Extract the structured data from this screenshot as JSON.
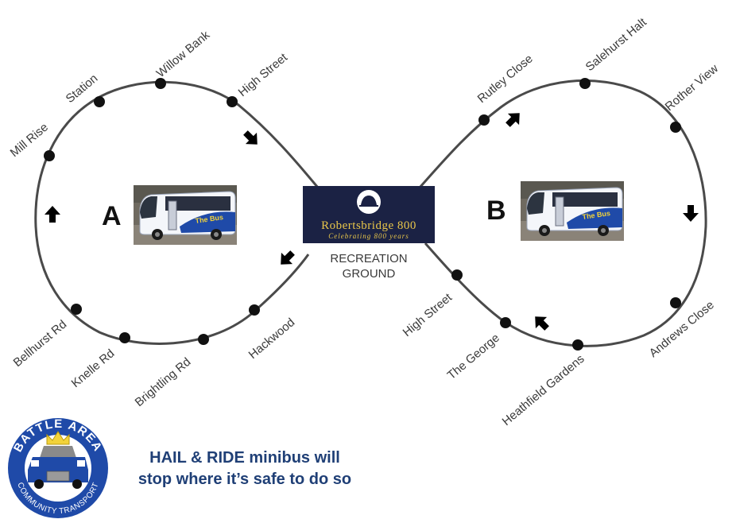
{
  "loop_a": {
    "letter": "A",
    "stops": [
      "Mill Rise",
      "Station",
      "Willow Bank",
      "High Street",
      "Hackwood",
      "Brightling Rd",
      "Knelle Rd",
      "Bellhurst Rd"
    ]
  },
  "loop_b": {
    "letter": "B",
    "stops": [
      "Rutley Close",
      "Salehurst Halt",
      "Rother View",
      "Andrews Close",
      "Heathfield Gardens",
      "The George",
      "High Street"
    ]
  },
  "center": {
    "title": "Robertsbridge 800",
    "subtitle": "Celebrating 800 years",
    "location_line1": "RECREATION",
    "location_line2": "GROUND"
  },
  "bus_livery_text": "The Bus",
  "logo": {
    "top_text": "BATTLE AREA",
    "bottom_text": "COMMUNITY TRANSPORT"
  },
  "notice": {
    "line1": "HAIL & RIDE minibus will",
    "line2": "stop where it’s safe to do so"
  },
  "colors": {
    "route_line": "#4a4a4a",
    "stop_dot": "#111111",
    "banner_bg": "#1b2244",
    "banner_text": "#e8c64a",
    "logo_blue": "#1f4aa8",
    "notice_text": "#1f3f76"
  }
}
